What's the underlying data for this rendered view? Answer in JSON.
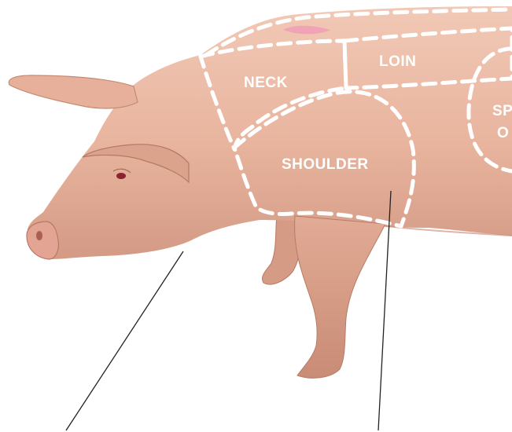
{
  "diagram": {
    "cuts": [
      {
        "id": "neck",
        "label": "NECK"
      },
      {
        "id": "loin",
        "label": "LOIN"
      },
      {
        "id": "shoulder",
        "label": "SHOULDER"
      },
      {
        "id": "spare-ribs",
        "label_line1": "SP",
        "label_line2": "O"
      }
    ],
    "colors": {
      "pig_skin": "#e9b8a3",
      "pig_shadow": "#c98d78",
      "dashed_outline": "#ffffff",
      "leader_line": "#222222",
      "background": "#ffffff"
    }
  }
}
